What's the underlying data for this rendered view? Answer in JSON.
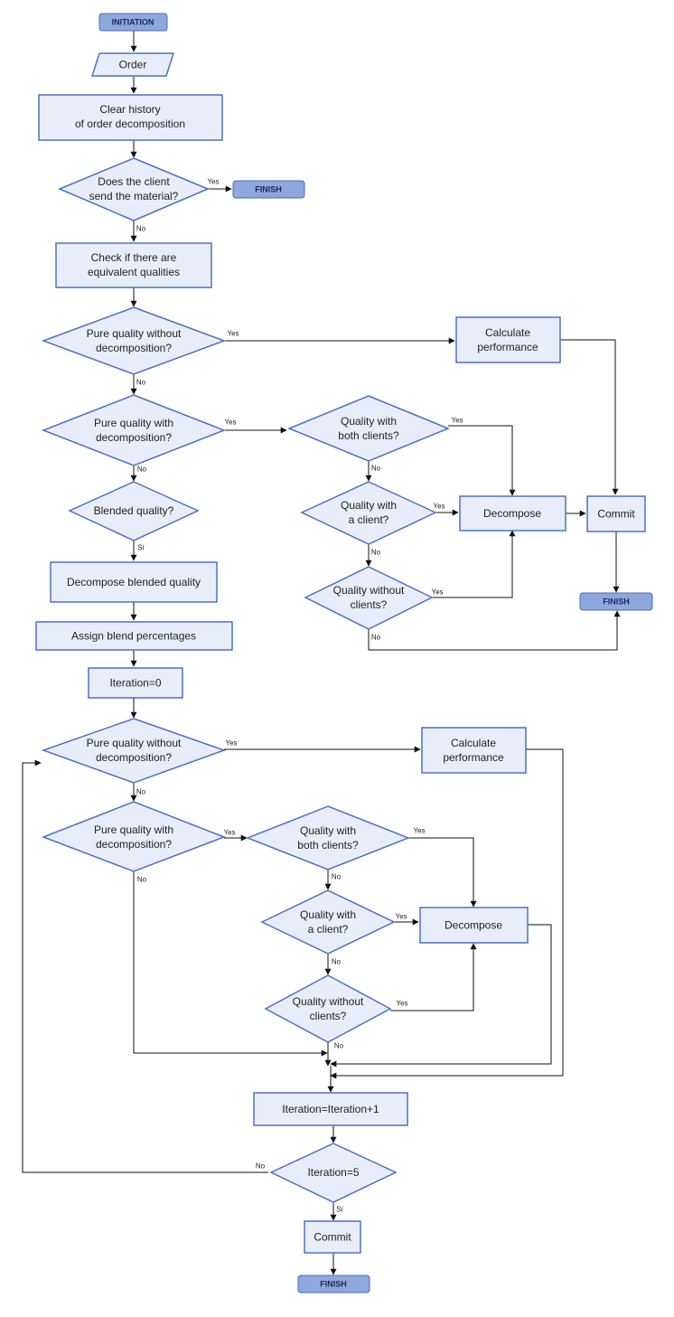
{
  "nodes": {
    "initiation": {
      "text": "INITIATION"
    },
    "order": {
      "text": "Order"
    },
    "clear_history": {
      "line1": "Clear history",
      "line2": "of order decomposition"
    },
    "client_material": {
      "line1": "Does the client",
      "line2": "send the material?"
    },
    "finish_top": {
      "text": "FINISH"
    },
    "check_equivalent": {
      "line1": "Check if there are",
      "line2": "equivalent qualities"
    },
    "pure_wo_1": {
      "line1": "Pure quality without",
      "line2": "decomposition?"
    },
    "calc_perf_1": {
      "line1": "Calculate",
      "line2": "performance"
    },
    "pure_w_1": {
      "line1": "Pure quality with",
      "line2": "decomposition?"
    },
    "both_clients_1": {
      "line1": "Quality with",
      "line2": "both clients?"
    },
    "blended": {
      "text": "Blended quality?"
    },
    "a_client_1": {
      "line1": "Quality with",
      "line2": "a client?"
    },
    "decompose_1": {
      "text": "Decompose"
    },
    "commit_1": {
      "text": "Commit"
    },
    "decompose_blended": {
      "text": "Decompose blended quality"
    },
    "wo_clients_1": {
      "line1": "Quality without",
      "line2": "clients?"
    },
    "finish_mid": {
      "text": "FINISH"
    },
    "assign_blend": {
      "text": "Assign blend percentages"
    },
    "iteration0": {
      "text": "Iteration=0"
    },
    "pure_wo_2": {
      "line1": "Pure quality without",
      "line2": "decomposition?"
    },
    "calc_perf_2": {
      "line1": "Calculate",
      "line2": "performance"
    },
    "pure_w_2": {
      "line1": "Pure quality with",
      "line2": "decomposition?"
    },
    "both_clients_2": {
      "line1": "Quality with",
      "line2": "both clients?"
    },
    "a_client_2": {
      "line1": "Quality with",
      "line2": "a client?"
    },
    "decompose_2": {
      "text": "Decompose"
    },
    "wo_clients_2": {
      "line1": "Quality without",
      "line2": "clients?"
    },
    "iteration_inc": {
      "text": "Iteration=Iteration+1"
    },
    "iteration5": {
      "text": "Iteration=5"
    },
    "commit_2": {
      "text": "Commit"
    },
    "finish_bottom": {
      "text": "FINISH"
    }
  },
  "edge_labels": {
    "client_material_yes": "Yes",
    "client_material_no": "No",
    "pure_wo_1_yes": "Yes",
    "pure_wo_1_no": "No",
    "pure_w_1_yes": "Yes",
    "pure_w_1_no": "No",
    "both_clients_1_yes": "Yes",
    "both_clients_1_no": "No",
    "a_client_1_yes": "Yes",
    "a_client_1_no": "No",
    "wo_clients_1_yes": "Yes",
    "wo_clients_1_no": "No",
    "blended_si": "Sí",
    "pure_wo_2_yes": "Yes",
    "pure_wo_2_no": "No",
    "pure_w_2_yes": "Yes",
    "pure_w_2_no": "No",
    "both_clients_2_yes": "Yes",
    "both_clients_2_no": "No",
    "a_client_2_yes": "Yes",
    "a_client_2_no": "No",
    "wo_clients_2_yes": "Yes",
    "wo_clients_2_no": "No",
    "iteration5_no": "No",
    "iteration5_si": "Sí"
  },
  "colors": {
    "box_fill": "#e8edf9",
    "box_stroke": "#4a73c2",
    "terminal_fill": "#8ea7dd",
    "line": "#111111"
  }
}
